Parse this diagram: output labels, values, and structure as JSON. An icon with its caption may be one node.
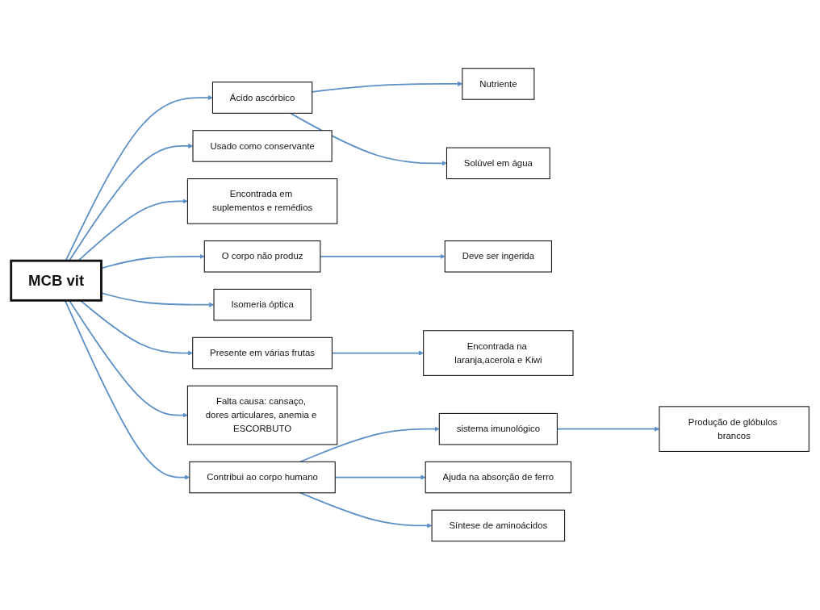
{
  "diagram": {
    "nodes": [
      {
        "text": [
          "MCB vit"
        ]
      },
      {
        "text": [
          "Ácido ascórbico"
        ]
      },
      {
        "text": [
          "Nutriente"
        ]
      },
      {
        "text": [
          "Solúvel em água"
        ]
      },
      {
        "text": [
          "Usado como conservante"
        ]
      },
      {
        "text": [
          "Encontrada em suplementos e remédios"
        ]
      },
      {
        "text": [
          "O corpo não produz"
        ]
      },
      {
        "text": [
          "Deve ser ingerida"
        ]
      },
      {
        "text": [
          "Isomeria óptica"
        ]
      },
      {
        "text": [
          "Presente em várias frutas"
        ]
      },
      {
        "text": [
          "Falta causa: cansaço, dores articulares, anemia e ESCORBUTO"
        ]
      },
      {
        "text": [
          "Contribui ao corpo humano"
        ]
      },
      {
        "text": [
          "Encontrada na laranja,acerola e Kiwi"
        ]
      },
      {
        "text": [
          "sistema imunológico"
        ]
      },
      {
        "text": [
          "Ajuda na absorção de ferro"
        ]
      },
      {
        "text": [
          "Síntese de aminoácidos"
        ]
      },
      {
        "text": [
          "Produção de glóbulos brancos"
        ]
      }
    ],
    "edges": [
      {
        "from": 0,
        "to": 1,
        "arrow": "to"
      },
      {
        "from": 1,
        "to": 2,
        "arrow": "to"
      },
      {
        "from": 1,
        "to": 3,
        "arrow": "to"
      },
      {
        "from": 0,
        "to": 4,
        "arrow": "to"
      },
      {
        "from": 0,
        "to": 5,
        "arrow": "to"
      },
      {
        "from": 0,
        "to": 6,
        "arrow": "to"
      },
      {
        "from": 6,
        "to": 7,
        "arrow": "to"
      },
      {
        "from": 0,
        "to": 8,
        "arrow": "to"
      },
      {
        "from": 0,
        "to": 9,
        "arrow": "to"
      },
      {
        "from": 0,
        "to": 10,
        "arrow": "to"
      },
      {
        "from": 0,
        "to": 11,
        "arrow": "to"
      },
      {
        "from": 9,
        "to": 12,
        "arrow": "to"
      },
      {
        "from": 11,
        "to": 13,
        "arrow": "to"
      },
      {
        "from": 11,
        "to": 14,
        "arrow": "to"
      },
      {
        "from": 11,
        "to": 15,
        "arrow": "to"
      },
      {
        "from": 13,
        "to": 16,
        "arrow": "to"
      }
    ]
  }
}
